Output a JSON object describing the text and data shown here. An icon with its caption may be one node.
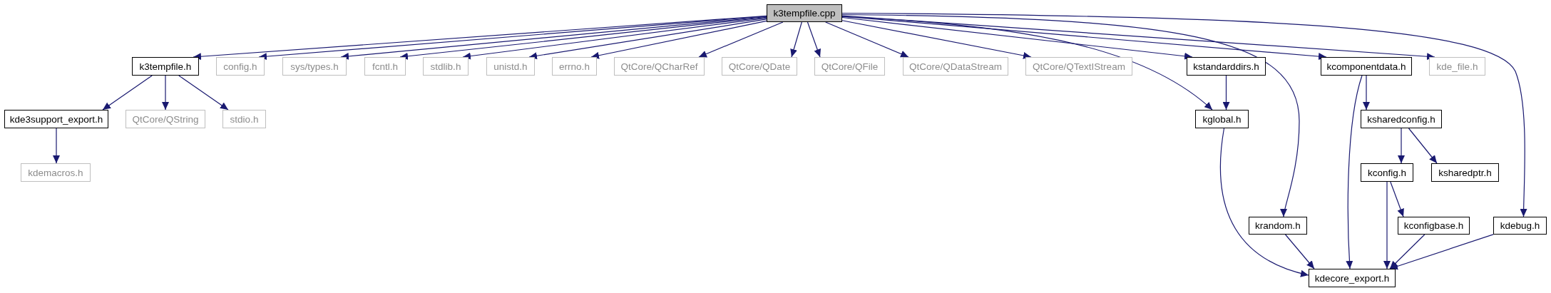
{
  "diagram": {
    "nodes": [
      {
        "text": [
          "k3tempfile.cpp"
        ]
      },
      {
        "text": [
          "k3tempfile.h"
        ]
      },
      {
        "text": [
          "config.h"
        ]
      },
      {
        "text": [
          "sys/types.h"
        ]
      },
      {
        "text": [
          "fcntl.h"
        ]
      },
      {
        "text": [
          "stdlib.h"
        ]
      },
      {
        "text": [
          "unistd.h"
        ]
      },
      {
        "text": [
          "errno.h"
        ]
      },
      {
        "text": [
          "QtCore/QCharRef"
        ]
      },
      {
        "text": [
          "QtCore/QDate"
        ]
      },
      {
        "text": [
          "QtCore/QFile"
        ]
      },
      {
        "text": [
          "QtCore/QDataStream"
        ]
      },
      {
        "text": [
          "QtCore/QTextIStream"
        ]
      },
      {
        "text": [
          "kstandarddirs.h"
        ]
      },
      {
        "text": [
          "kcomponentdata.h"
        ]
      },
      {
        "text": [
          "kde_file.h"
        ]
      },
      {
        "text": [
          "kde3support_export.h"
        ]
      },
      {
        "text": [
          "QtCore/QString"
        ]
      },
      {
        "text": [
          "stdio.h"
        ]
      },
      {
        "text": [
          "kglobal.h"
        ]
      },
      {
        "text": [
          "ksharedconfig.h"
        ]
      },
      {
        "text": [
          "kdemacros.h"
        ]
      },
      {
        "text": [
          "kconfig.h"
        ]
      },
      {
        "text": [
          "ksharedptr.h"
        ]
      },
      {
        "text": [
          "krandom.h"
        ]
      },
      {
        "text": [
          "kconfigbase.h"
        ]
      },
      {
        "text": [
          "kdebug.h"
        ]
      },
      {
        "text": [
          "kdecore_export.h"
        ]
      }
    ],
    "edges": [
      {
        "from": 0,
        "to": 1,
        "arrow": "to"
      },
      {
        "from": 0,
        "to": 2,
        "arrow": "to"
      },
      {
        "from": 0,
        "to": 3,
        "arrow": "to"
      },
      {
        "from": 0,
        "to": 4,
        "arrow": "to"
      },
      {
        "from": 0,
        "to": 5,
        "arrow": "to"
      },
      {
        "from": 0,
        "to": 6,
        "arrow": "to"
      },
      {
        "from": 0,
        "to": 7,
        "arrow": "to"
      },
      {
        "from": 0,
        "to": 8,
        "arrow": "to"
      },
      {
        "from": 0,
        "to": 9,
        "arrow": "to"
      },
      {
        "from": 0,
        "to": 10,
        "arrow": "to"
      },
      {
        "from": 0,
        "to": 11,
        "arrow": "to"
      },
      {
        "from": 0,
        "to": 12,
        "arrow": "to"
      },
      {
        "from": 0,
        "to": 13,
        "arrow": "to"
      },
      {
        "from": 0,
        "to": 19,
        "arrow": "to"
      },
      {
        "from": 0,
        "to": 24,
        "arrow": "to"
      },
      {
        "from": 0,
        "to": 14,
        "arrow": "to"
      },
      {
        "from": 0,
        "to": 15,
        "arrow": "to"
      },
      {
        "from": 0,
        "to": 26,
        "arrow": "to"
      },
      {
        "from": 1,
        "to": 16,
        "arrow": "to"
      },
      {
        "from": 1,
        "to": 17,
        "arrow": "to"
      },
      {
        "from": 1,
        "to": 18,
        "arrow": "to"
      },
      {
        "from": 16,
        "to": 21,
        "arrow": "to"
      },
      {
        "from": 13,
        "to": 19,
        "arrow": "to"
      },
      {
        "from": 19,
        "to": 27,
        "arrow": "to"
      },
      {
        "from": 14,
        "to": 20,
        "arrow": "to"
      },
      {
        "from": 14,
        "to": 27,
        "arrow": "to"
      },
      {
        "from": 20,
        "to": 22,
        "arrow": "to"
      },
      {
        "from": 20,
        "to": 23,
        "arrow": "to"
      },
      {
        "from": 22,
        "to": 27,
        "arrow": "to"
      },
      {
        "from": 22,
        "to": 25,
        "arrow": "to"
      },
      {
        "from": 25,
        "to": 27,
        "arrow": "to"
      },
      {
        "from": 24,
        "to": 27,
        "arrow": "to"
      },
      {
        "from": 26,
        "to": 27,
        "arrow": "to"
      }
    ]
  }
}
